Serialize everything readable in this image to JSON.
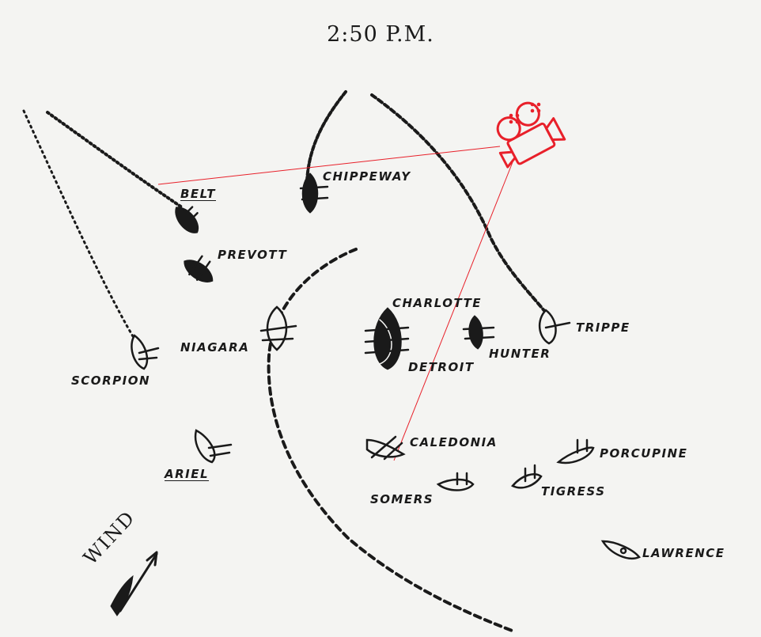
{
  "title": "2:50 P.M.",
  "wind_label": "WIND",
  "colors": {
    "ink": "#1a1a1a",
    "camera": "#e8202a",
    "paper": "#f4f4f2"
  },
  "ships": {
    "belt": "BELT",
    "chippeway": "CHIPPEWAY",
    "prevott": "PREVOTT",
    "charlotte": "CHARLOTTE",
    "niagara": "NIAGARA",
    "trippe": "TRIPPE",
    "hunter": "HUNTER",
    "detroit": "DETROIT",
    "scorpion": "SCORPION",
    "caledonia": "CALEDONIA",
    "porcupine": "PORCUPINE",
    "ariel": "ARIEL",
    "tigress": "TIGRESS",
    "somers": "SOMERS",
    "lawrence": "LAWRENCE"
  },
  "icons": {
    "camera": "movie-camera-icon",
    "wind": "wind-arrow-icon"
  }
}
